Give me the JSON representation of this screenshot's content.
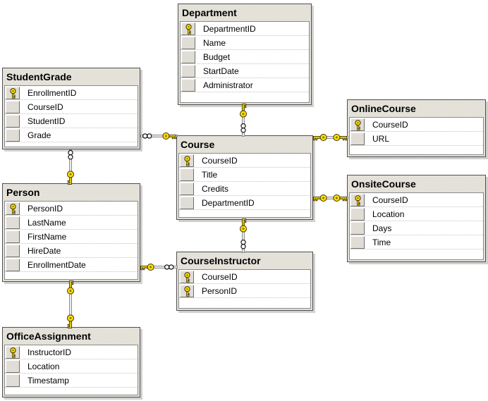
{
  "diagram": {
    "tables": {
      "department": {
        "title": "Department",
        "columns": [
          {
            "name": "DepartmentID",
            "pk": true
          },
          {
            "name": "Name",
            "pk": false
          },
          {
            "name": "Budget",
            "pk": false
          },
          {
            "name": "StartDate",
            "pk": false
          },
          {
            "name": "Administrator",
            "pk": false
          }
        ]
      },
      "studentgrade": {
        "title": "StudentGrade",
        "columns": [
          {
            "name": "EnrollmentID",
            "pk": true
          },
          {
            "name": "CourseID",
            "pk": false
          },
          {
            "name": "StudentID",
            "pk": false
          },
          {
            "name": "Grade",
            "pk": false
          }
        ]
      },
      "course": {
        "title": "Course",
        "columns": [
          {
            "name": "CourseID",
            "pk": true
          },
          {
            "name": "Title",
            "pk": false
          },
          {
            "name": "Credits",
            "pk": false
          },
          {
            "name": "DepartmentID",
            "pk": false
          }
        ]
      },
      "onlinecourse": {
        "title": "OnlineCourse",
        "columns": [
          {
            "name": "CourseID",
            "pk": true
          },
          {
            "name": "URL",
            "pk": false
          }
        ]
      },
      "onsitecourse": {
        "title": "OnsiteCourse",
        "columns": [
          {
            "name": "CourseID",
            "pk": true
          },
          {
            "name": "Location",
            "pk": false
          },
          {
            "name": "Days",
            "pk": false
          },
          {
            "name": "Time",
            "pk": false
          }
        ]
      },
      "person": {
        "title": "Person",
        "columns": [
          {
            "name": "PersonID",
            "pk": true
          },
          {
            "name": "LastName",
            "pk": false
          },
          {
            "name": "FirstName",
            "pk": false
          },
          {
            "name": "HireDate",
            "pk": false
          },
          {
            "name": "EnrollmentDate",
            "pk": false
          }
        ]
      },
      "courseinstructor": {
        "title": "CourseInstructor",
        "columns": [
          {
            "name": "CourseID",
            "pk": true
          },
          {
            "name": "PersonID",
            "pk": true
          }
        ]
      },
      "officeassignment": {
        "title": "OfficeAssignment",
        "columns": [
          {
            "name": "InstructorID",
            "pk": true
          },
          {
            "name": "Location",
            "pk": false
          },
          {
            "name": "Timestamp",
            "pk": false
          }
        ]
      }
    },
    "relationships": [
      {
        "from_table": "Department",
        "from_end": "one",
        "to_table": "Course",
        "to_end": "many"
      },
      {
        "from_table": "Course",
        "from_end": "one",
        "to_table": "StudentGrade",
        "to_end": "many"
      },
      {
        "from_table": "Person",
        "from_end": "one",
        "to_table": "StudentGrade",
        "to_end": "many"
      },
      {
        "from_table": "Course",
        "from_end": "one",
        "to_table": "OnlineCourse",
        "to_end": "one"
      },
      {
        "from_table": "Course",
        "from_end": "one",
        "to_table": "OnsiteCourse",
        "to_end": "one"
      },
      {
        "from_table": "Course",
        "from_end": "one",
        "to_table": "CourseInstructor",
        "to_end": "many"
      },
      {
        "from_table": "Person",
        "from_end": "one",
        "to_table": "CourseInstructor",
        "to_end": "many"
      },
      {
        "from_table": "Person",
        "from_end": "one",
        "to_table": "OfficeAssignment",
        "to_end": "one"
      }
    ],
    "icons": {
      "primary_key": "key-icon",
      "one_end": "key-icon",
      "many_end": "infinity-icon"
    },
    "colors": {
      "key_gold": "#ffe100",
      "table_frame": "#d4d0c8",
      "canvas_bg": "#ffffff",
      "line_gray": "#8f8f8f"
    }
  }
}
